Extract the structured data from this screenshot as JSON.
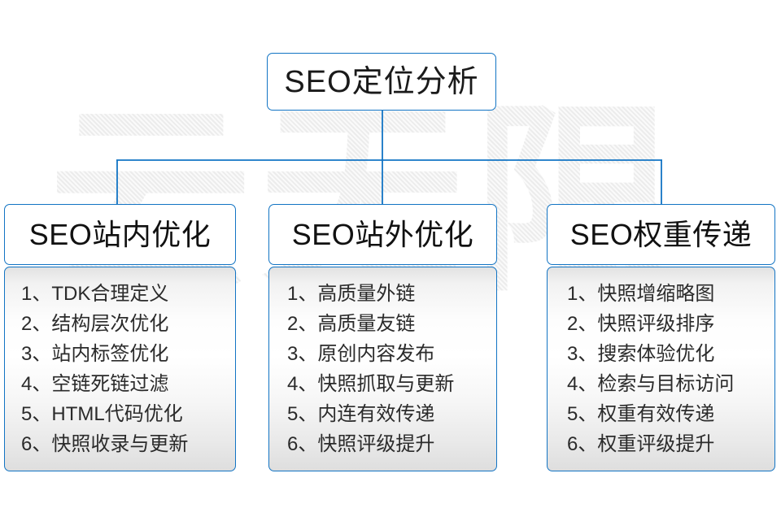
{
  "diagram": {
    "root": {
      "label": "SEO定位分析"
    },
    "accent_color": "#1274c4",
    "text_color": "#1a1a1a",
    "watermark_text": "云无限",
    "columns": [
      {
        "header": "SEO站内优化",
        "items": [
          {
            "num": "1、",
            "text": "TDK合理定义"
          },
          {
            "num": "2、",
            "text": "结构层次优化"
          },
          {
            "num": "3、",
            "text": "站内标签优化"
          },
          {
            "num": "4、",
            "text": "空链死链过滤"
          },
          {
            "num": "5、",
            "text": "HTML代码优化"
          },
          {
            "num": "6、",
            "text": "快照收录与更新"
          }
        ]
      },
      {
        "header": "SEO站外优化",
        "items": [
          {
            "num": "1、",
            "text": "高质量外链"
          },
          {
            "num": "2、",
            "text": "高质量友链"
          },
          {
            "num": "3、",
            "text": "原创内容发布"
          },
          {
            "num": "4、",
            "text": "快照抓取与更新"
          },
          {
            "num": "5、",
            "text": "内连有效传递"
          },
          {
            "num": "6、",
            "text": "快照评级提升"
          }
        ]
      },
      {
        "header": "SEO权重传递",
        "items": [
          {
            "num": "1、",
            "text": "快照增缩略图"
          },
          {
            "num": "2、",
            "text": "快照评级排序"
          },
          {
            "num": "3、",
            "text": "搜索体验优化"
          },
          {
            "num": "4、",
            "text": "检索与目标访问"
          },
          {
            "num": "5、",
            "text": "权重有效传递"
          },
          {
            "num": "6、",
            "text": "权重评级提升"
          }
        ]
      }
    ]
  }
}
